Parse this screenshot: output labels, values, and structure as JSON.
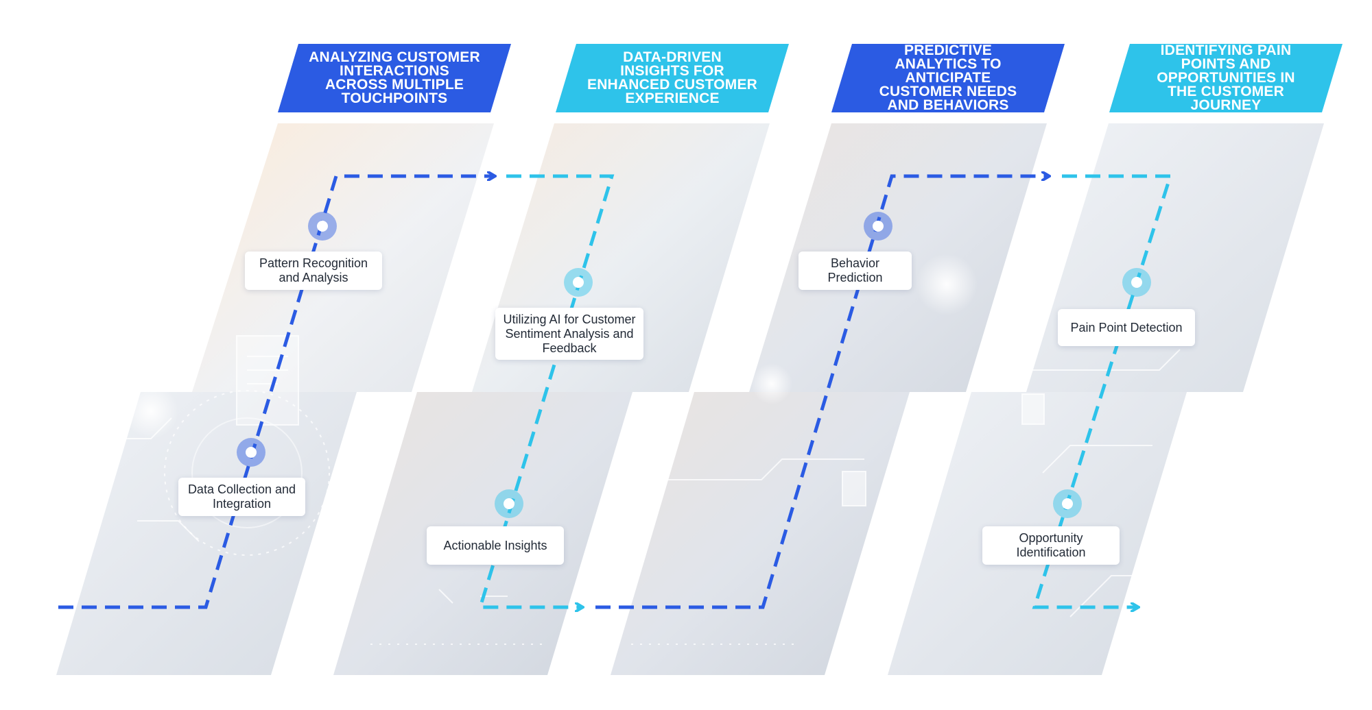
{
  "colors": {
    "dark_blue": "#2b5be3",
    "light_blue": "#2ec3ea",
    "panel_tint": "#dfe5ec",
    "label_text": "#222a36"
  },
  "columns": [
    {
      "header": "ANALYZING CUSTOMER INTERACTIONS ACROSS MULTIPLE TOUCHPOINTS",
      "color_key": "dark_blue"
    },
    {
      "header": "DATA-DRIVEN INSIGHTS FOR ENHANCED CUSTOMER EXPERIENCE",
      "color_key": "light_blue"
    },
    {
      "header": "PREDICTIVE ANALYTICS TO ANTICIPATE CUSTOMER NEEDS AND BEHAVIORS",
      "color_key": "dark_blue"
    },
    {
      "header": "IDENTIFYING PAIN POINTS AND OPPORTUNITIES IN THE CUSTOMER JOURNEY",
      "color_key": "light_blue"
    }
  ],
  "steps": [
    {
      "label": "Pattern Recognition and Analysis",
      "color_key": "dark_blue"
    },
    {
      "label": "Data Collection and Integration",
      "color_key": "dark_blue"
    },
    {
      "label": "Utilizing AI for Customer Sentiment Analysis and Feedback",
      "color_key": "light_blue"
    },
    {
      "label": "Actionable Insights",
      "color_key": "light_blue"
    },
    {
      "label": "Behavior Prediction",
      "color_key": "dark_blue"
    },
    {
      "label": "Pain Point Detection",
      "color_key": "light_blue"
    },
    {
      "label": "Opportunity Identification",
      "color_key": "light_blue"
    }
  ]
}
